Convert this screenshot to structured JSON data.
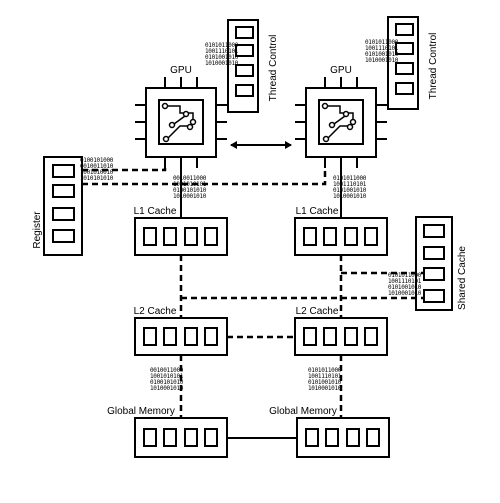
{
  "labels": {
    "gpu_left": "GPU",
    "gpu_right": "GPU",
    "thread_control_left": "Thread Control",
    "thread_control_right": "Thread Control",
    "register": "Register",
    "shared_cache": "Shared Cache",
    "l1_left": "L1 Cache",
    "l1_right": "L1 Cache",
    "l2_left": "L2 Cache",
    "l2_right": "L2 Cache",
    "global_left": "Global Memory",
    "global_right": "Global Memory"
  },
  "bits": {
    "tc_left": [
      "0101011000",
      "1001110101",
      "0101001010",
      "1010001010"
    ],
    "tc_right": [
      "0101011000",
      "1001110101",
      "0101001010",
      "1010001010"
    ],
    "reg": [
      "0100101000",
      "0010011010",
      "1001010010",
      "1010101010"
    ],
    "gpu_left_l1": [
      "0010011000",
      "1001010101",
      "0100101010",
      "1010001010"
    ],
    "gpu_right_l1": [
      "0101011000",
      "1001110101",
      "0101001010",
      "1010001010"
    ],
    "shared": [
      "0101011000",
      "1001110101",
      "0101001010",
      "1010001010"
    ],
    "l2_global_left": [
      "0010011000",
      "1001010101",
      "0100101010",
      "1010001010"
    ],
    "l2_global_right": [
      "0101011000",
      "1001110101",
      "0101001010",
      "1010001010"
    ]
  }
}
